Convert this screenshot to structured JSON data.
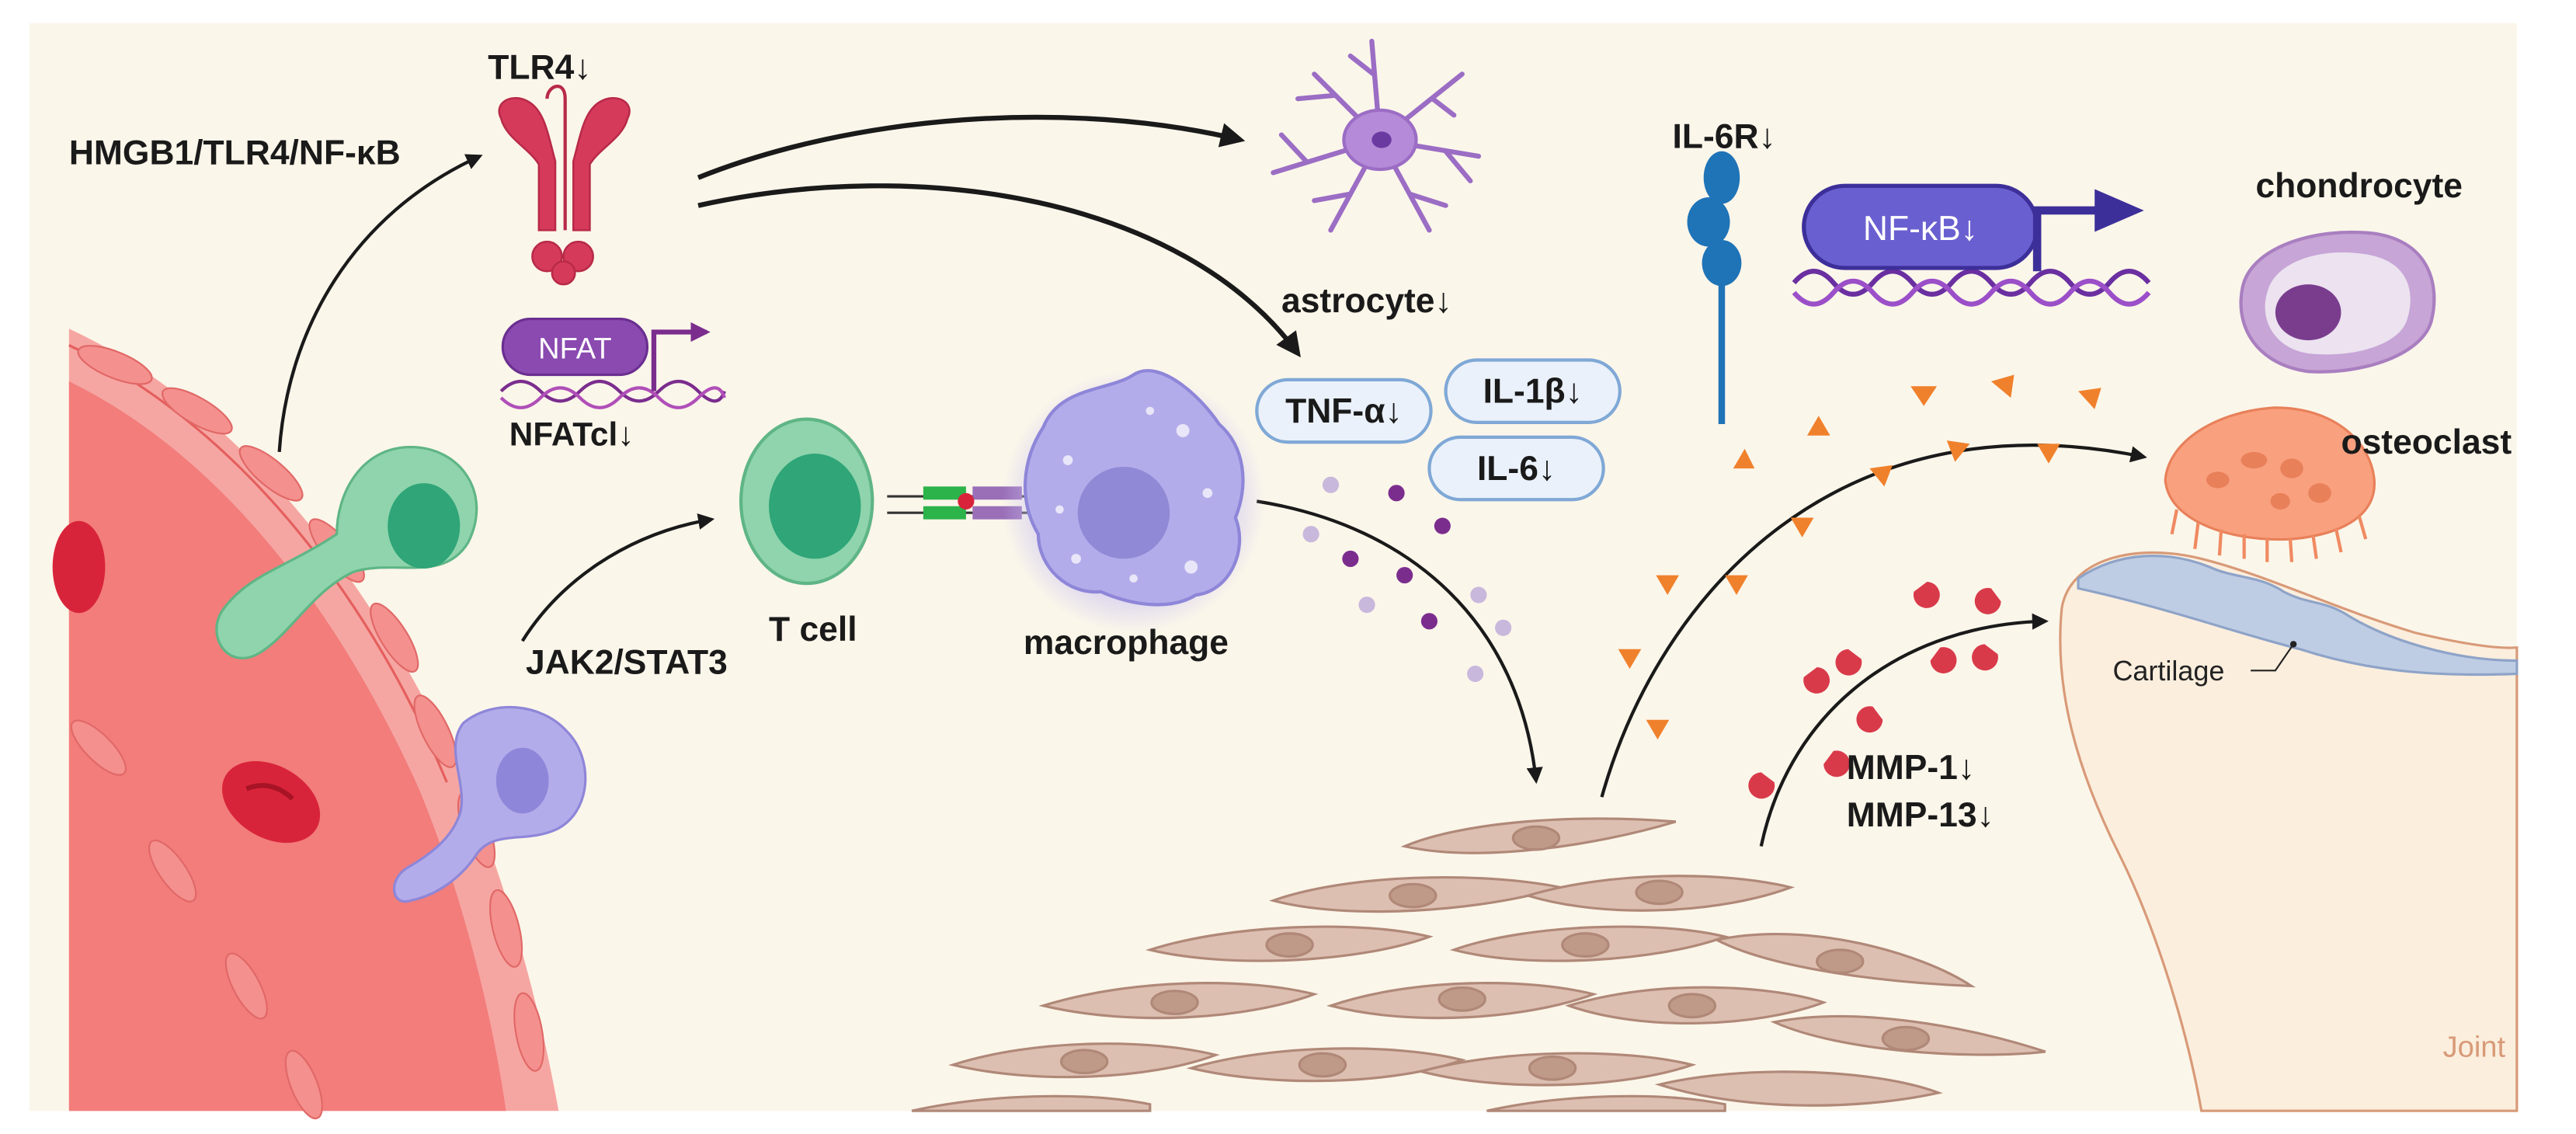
{
  "labels": {
    "tlr4": "TLR4↓",
    "hmgb1": "HMGB1/TLR4/NF-κB",
    "nfat": "NFAT",
    "nfatc1": "NFATcl↓",
    "jak2": "JAK2/STAT3",
    "tcell": "T cell",
    "macrophage": "macrophage",
    "astrocyte": "astrocyte↓",
    "tnf": "TNF-α↓",
    "il1b": "IL-1β↓",
    "il6": "IL-6↓",
    "il6r": "IL-6R↓",
    "nfkb": "NF-κB↓",
    "chondrocyte": "chondrocyte",
    "osteoclast": "osteoclast",
    "cartilage": "Cartilage",
    "mmp1": "MMP-1↓",
    "mmp13": "MMP-13↓",
    "joint": "Joint"
  },
  "colors": {
    "background": "#fbf6ea",
    "vessel": "#f27d7b",
    "vessel_wall": "#f6a6a2",
    "rbc": "#d8243a",
    "tlr4": "#d63a5a",
    "nfat": "#8a4ab0",
    "tcell": "#8fd4ac",
    "tcell_nucleus": "#2fa578",
    "macrophage": "#b3acea",
    "astrocyte": "#9b6dc4",
    "pill_fill": "#eaf1fb",
    "pill_stroke": "#7fa8d6",
    "il6r": "#1f73b7",
    "nfkb": "#6a5fd0",
    "chondrocyte": "#c7a5d6",
    "osteoclast": "#f9a07e",
    "cartilage": "#bfcde4",
    "bone": "#fbeedd",
    "fibroblast": "#dcbfb1",
    "mmp": "#d93a4a",
    "triangle": "#f0812c"
  }
}
